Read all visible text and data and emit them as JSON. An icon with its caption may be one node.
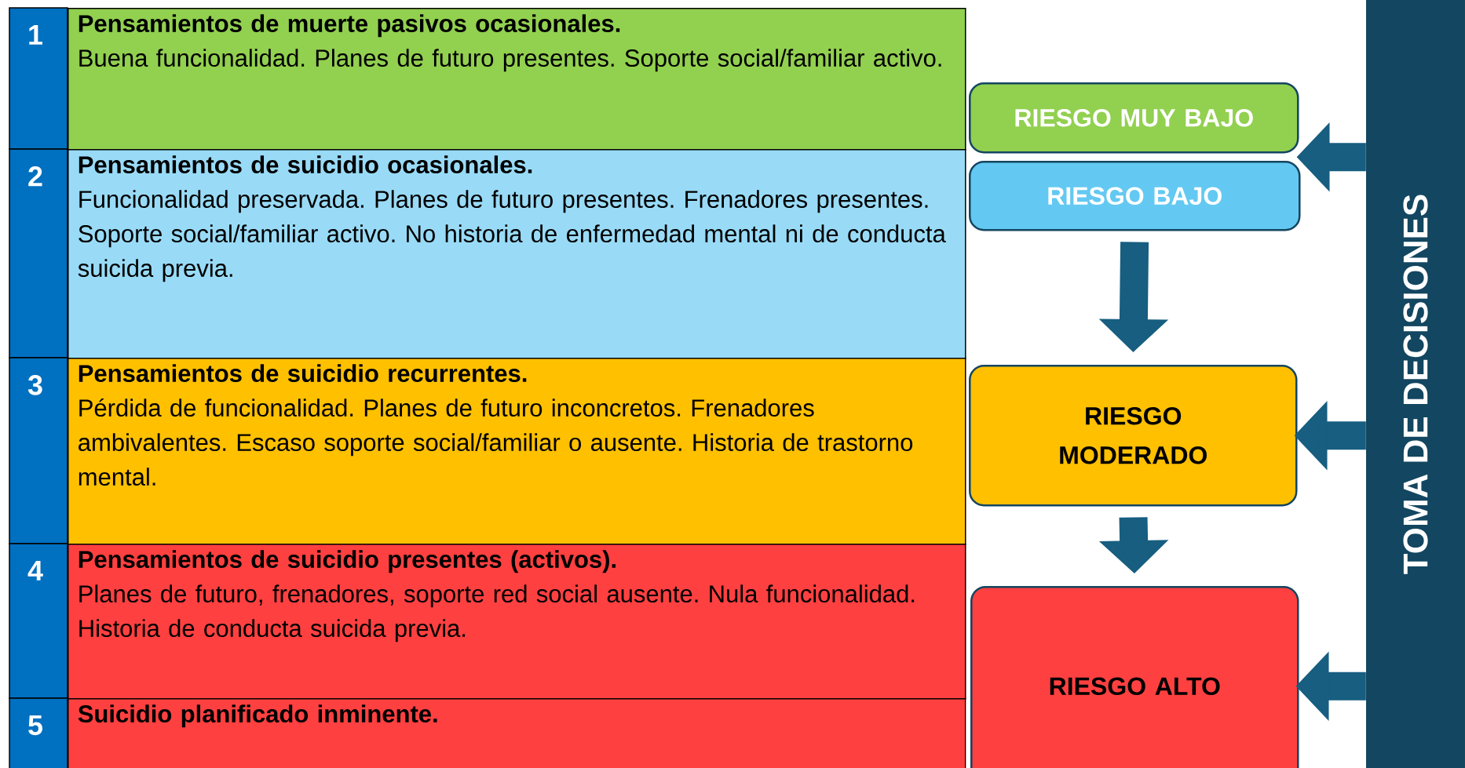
{
  "diagram": {
    "nodes": [
      {
        "text": [
          "Pensamientos de muerte pasivos ocasionales.",
          "Buena funcionalidad. Planes de futuro presentes. Soporte social/familiar activo."
        ]
      },
      {
        "text": [
          "Pensamientos de suicidio ocasionales.",
          "Funcionalidad preservada. Planes de futuro presentes. Frenadores presentes. Soporte social/familiar activo. No historia de enfermedad mental ni de conducta suicida previa."
        ]
      },
      {
        "text": [
          "Pensamientos de suicidio recurrentes.",
          "Pérdida de funcionalidad. Planes de futuro inconcretos. Frenadores ambivalentes. Escaso soporte social/familiar o ausente. Historia de trastorno mental."
        ]
      },
      {
        "text": [
          "Pensamientos de suicidio presentes (activos).",
          "Planes de futuro, frenadores, soporte red social ausente. Nula funcionalidad. Historia de conducta suicida previa."
        ]
      },
      {
        "text": [
          "Suicidio planificado inminente."
        ]
      },
      {
        "text": [
          "RIESGO MUY BAJO"
        ]
      },
      {
        "text": [
          "RIESGO BAJO"
        ]
      },
      {
        "text": [
          "RIESGO MODERADO"
        ]
      },
      {
        "text": [
          "RIESGO ALTO"
        ]
      },
      {
        "text": [
          "TOMA DE DECISIONES"
        ]
      }
    ],
    "edges": [
      {
        "from": 6,
        "to": 7,
        "arrow": "to"
      },
      {
        "from": 7,
        "to": 8,
        "arrow": "to"
      },
      {
        "from": 9,
        "to": 5,
        "arrow": "to"
      },
      {
        "from": 9,
        "to": 6,
        "arrow": "to"
      },
      {
        "from": 9,
        "to": 7,
        "arrow": "to"
      },
      {
        "from": 9,
        "to": 8,
        "arrow": "to"
      }
    ],
    "labels": [
      "1",
      "2",
      "3",
      "4",
      "5"
    ]
  }
}
